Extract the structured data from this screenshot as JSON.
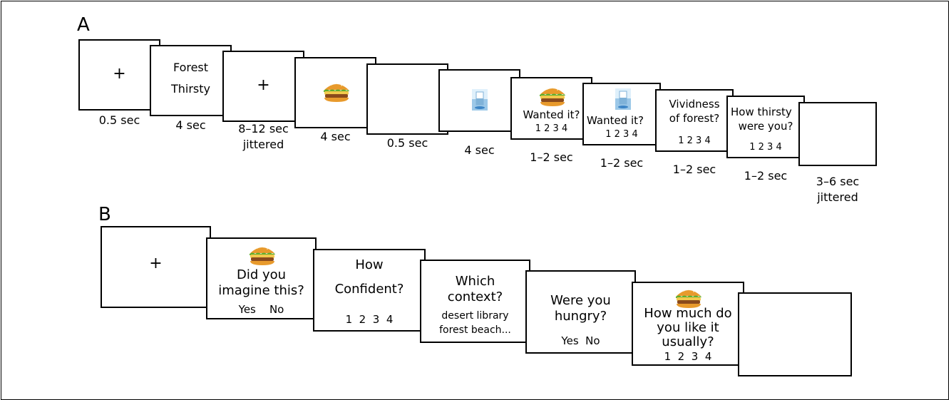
{
  "panel_a": {
    "label": "A",
    "screens": [
      {
        "fixation": "+",
        "duration": "0.5 sec"
      },
      {
        "line1": "Forest",
        "line2": "Thirsty",
        "duration": "4 sec"
      },
      {
        "fixation": "+",
        "duration_line1": "8–12 sec",
        "duration_line2": "jittered"
      },
      {
        "image": "burger-icon",
        "duration": "4 sec"
      },
      {
        "duration": "0.5 sec"
      },
      {
        "image": "water-glass-icon",
        "duration": "4 sec"
      },
      {
        "image": "burger-icon",
        "question": "Wanted it?",
        "scale": "1 2 3 4",
        "duration": "1–2 sec"
      },
      {
        "image": "water-glass-icon",
        "question": "Wanted it?",
        "scale": "1 2 3 4",
        "duration": "1–2 sec"
      },
      {
        "line1": "Vividness",
        "line2": "of forest?",
        "scale": "1 2 3 4",
        "duration": "1–2 sec"
      },
      {
        "line1": "How thirsty",
        "line2": "were you?",
        "scale": "1 2 3 4",
        "duration": "1–2 sec"
      },
      {
        "duration_line1": "3–6 sec",
        "duration_line2": "jittered"
      }
    ]
  },
  "panel_b": {
    "label": "B",
    "screens": [
      {
        "fixation": "+"
      },
      {
        "image": "burger-icon",
        "line1": "Did you",
        "line2": "imagine this?",
        "options": "Yes    No"
      },
      {
        "line1": "How",
        "line2": "Confident?",
        "scale": "1  2  3  4"
      },
      {
        "line1": "Which",
        "line2": "context?",
        "options1": "desert library",
        "options2": "forest beach..."
      },
      {
        "line1": "Were you",
        "line2": "hungry?",
        "options": "Yes  No"
      },
      {
        "image": "burger-icon",
        "line1": "How much do",
        "line2": "you like it",
        "line3": "usually?",
        "scale": "1  2  3  4"
      },
      {}
    ]
  },
  "colors": {
    "burger_bun": "#e89a2c",
    "burger_lettuce": "#5fae2e",
    "burger_patty": "#8a4a1c",
    "water": "#9cc8e8"
  }
}
